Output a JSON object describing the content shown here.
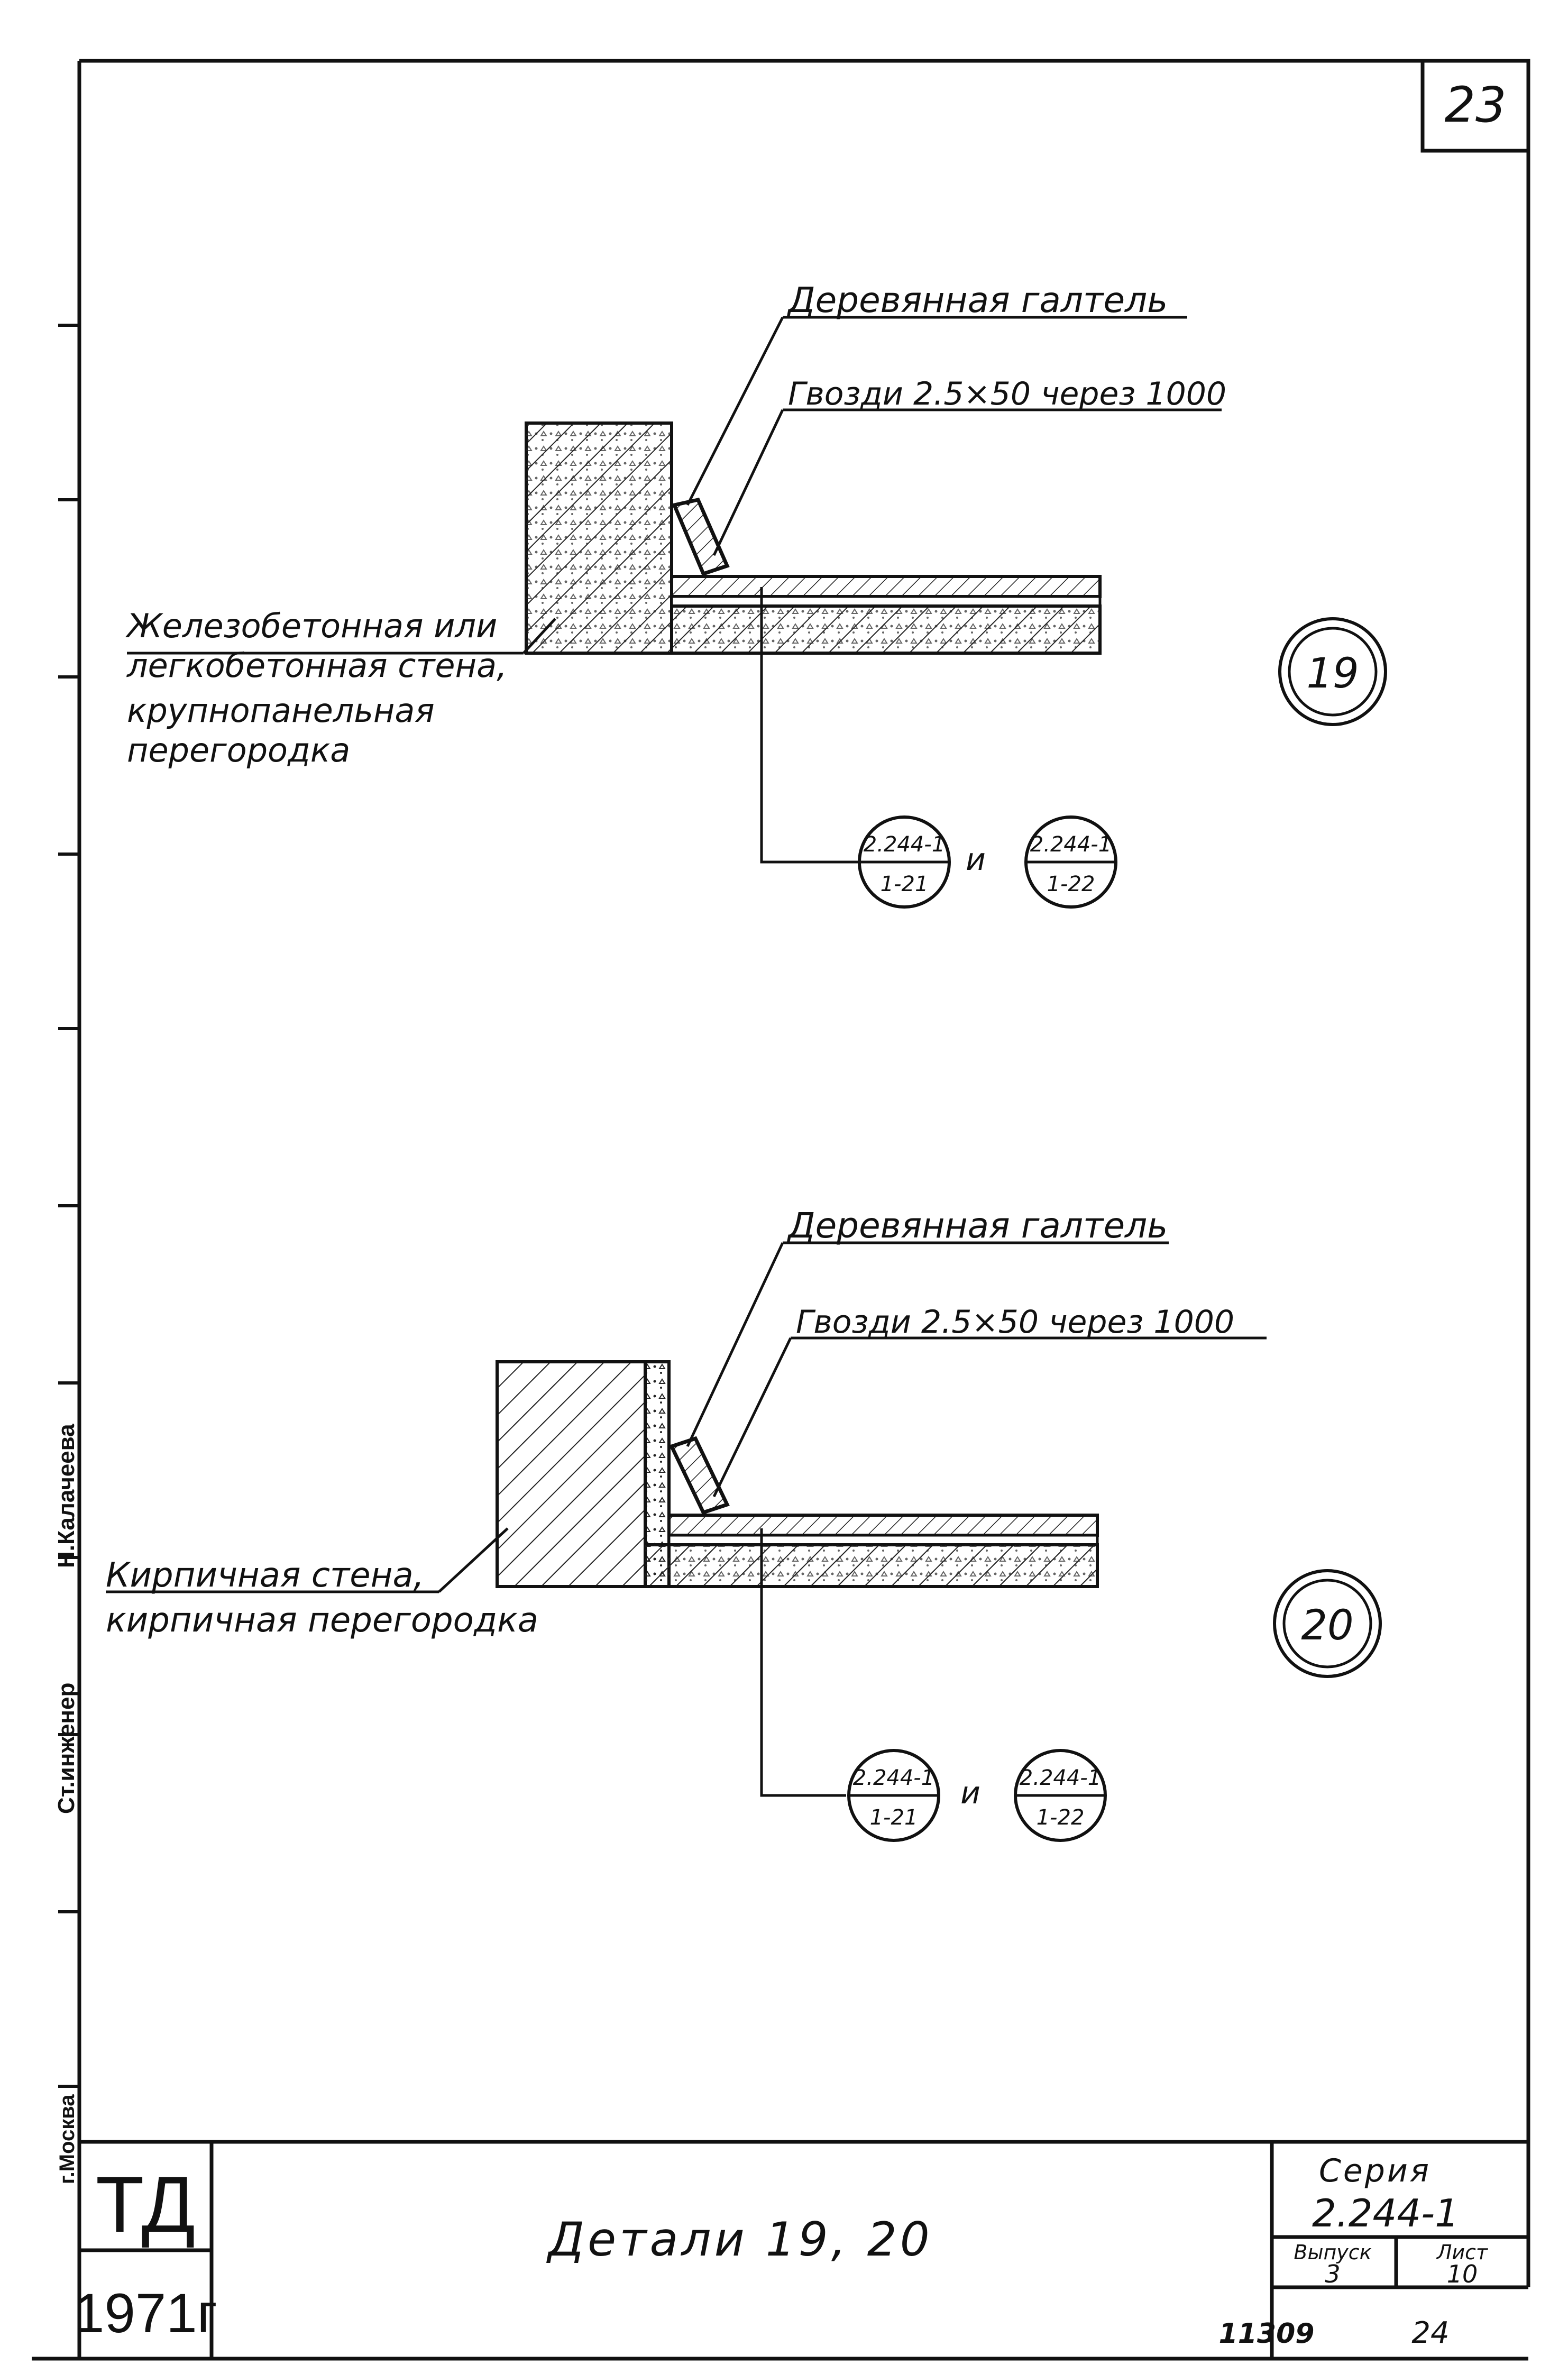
{
  "sheet_number": "23",
  "detail_19": {
    "label_fillet": "Деревянная галтель",
    "label_nails": "Гвозди 2.5×50 через 1000",
    "label_wall_line1": "Железобетонная или",
    "label_wall_line2": "легкобетонная стена,",
    "label_wall_line3": "крупнопанельная",
    "label_wall_line4": "перегородка",
    "marker": "19",
    "ref_left_top": "2.244-1",
    "ref_left_bottom": "1-21",
    "ref_joiner": "и",
    "ref_right_top": "2.244-1",
    "ref_right_bottom": "1-22"
  },
  "detail_20": {
    "label_fillet": "Деревянная галтель",
    "label_nails": "Гвозди 2.5×50 через 1000",
    "label_wall_line1": "Кирпичная стена,",
    "label_wall_line2": "кирпичная перегородка",
    "marker": "20",
    "ref_left_top": "2.244-1",
    "ref_left_bottom": "1-21",
    "ref_joiner": "и",
    "ref_right_top": "2.244-1",
    "ref_right_bottom": "1-22"
  },
  "side_stamps": {
    "name": "Н.Калачеева",
    "role": "Ст.инженер",
    "city": "г.Москва"
  },
  "title_block": {
    "org": "ТД",
    "year": "1971г",
    "title": "Детали 19, 20",
    "series_label": "Серия",
    "series_value": "2.244-1",
    "issue_label": "Выпуск",
    "issue_value": "3",
    "sheet_label": "Лист",
    "sheet_value": "10"
  },
  "footer": {
    "inventory_number": "11309",
    "page": "24"
  }
}
